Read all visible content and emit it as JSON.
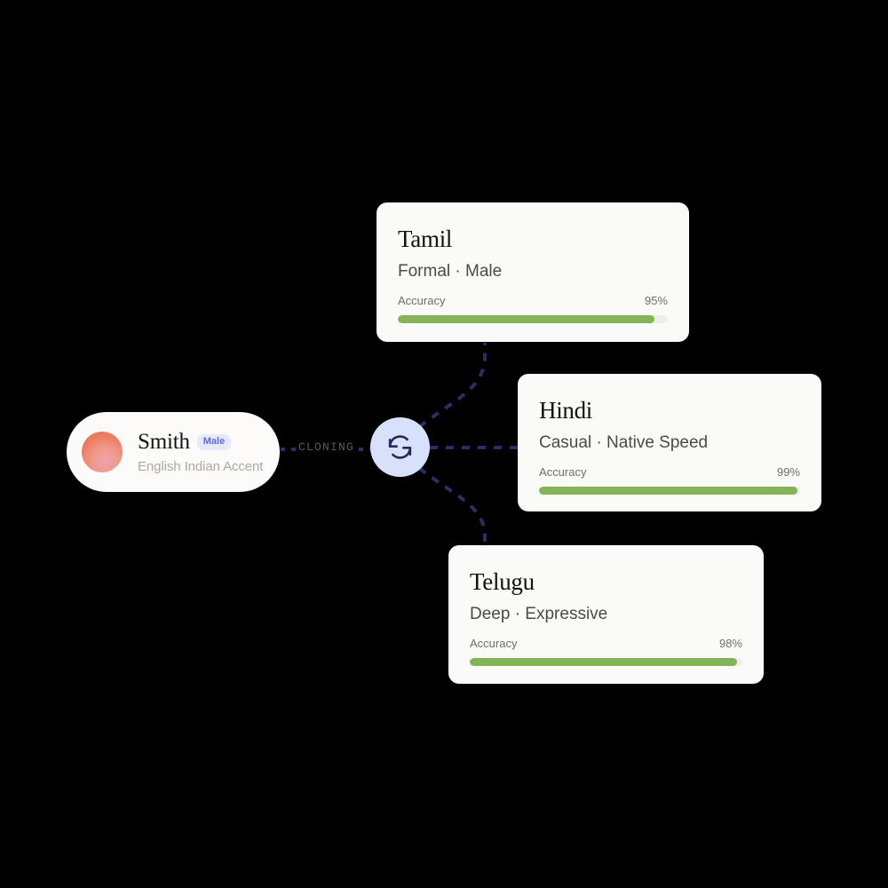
{
  "canvas": {
    "background": "#000000"
  },
  "source_voice": {
    "name": "Smith",
    "gender_badge": "Male",
    "description": "English Indian Accent",
    "avatar_icon": "avatar-gradient-circle",
    "badge_bg": "#E7EAFD",
    "badge_color": "#5C6BDB"
  },
  "connector": {
    "label": "CLONING",
    "line_color": "#2E2E63",
    "style": "dashed"
  },
  "hub": {
    "icon": "sync-refresh-icon",
    "bg": "#D7E1FC",
    "icon_color": "#27275A"
  },
  "accuracy_label": "Accuracy",
  "bar": {
    "fill": "#84B457",
    "track": "#EEEEEC"
  },
  "cards": [
    {
      "id": "tamil",
      "title": "Tamil",
      "subtitle": "Formal · Male",
      "accuracy_label": "Accuracy",
      "accuracy_value": "95%",
      "accuracy_percent": 95
    },
    {
      "id": "hindi",
      "title": "Hindi",
      "subtitle": "Casual  · Native Speed",
      "accuracy_label": "Accuracy",
      "accuracy_value": "99%",
      "accuracy_percent": 99
    },
    {
      "id": "telugu",
      "title": "Telugu",
      "subtitle": "Deep  · Expressive",
      "accuracy_label": "Accuracy",
      "accuracy_value": "98%",
      "accuracy_percent": 98
    }
  ]
}
